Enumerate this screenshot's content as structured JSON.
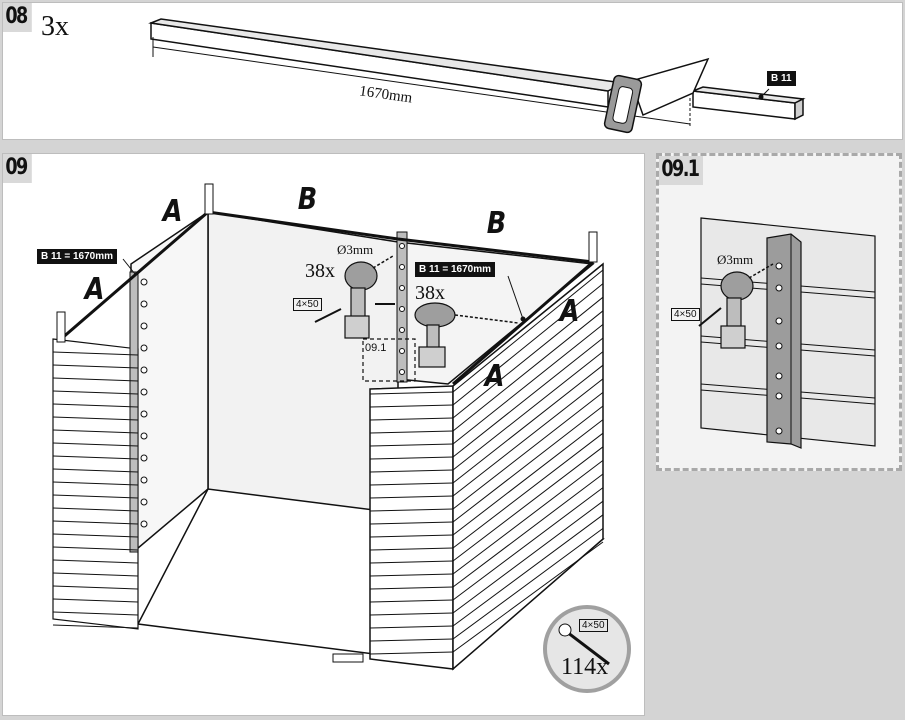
{
  "step08": {
    "number": "08",
    "quantity": "3x",
    "length_label": "1670mm",
    "part_tag": "B 11"
  },
  "step09": {
    "number": "09",
    "side_labels": {
      "a_left_top": "A",
      "a_left_front": "A",
      "b_back_left": "B",
      "b_back_right": "B",
      "a_right_back": "A",
      "a_right_front": "A"
    },
    "tag_left": "B 11 = 1670mm",
    "tag_right": "B 11 = 1670mm",
    "drill_size": "Ø3mm",
    "screw_count_1": "38x",
    "screw_count_2": "38x",
    "screw_spec": "4×50",
    "detail_ref": "09.1",
    "total_screws": "114x",
    "total_screw_spec": "4×50"
  },
  "step091": {
    "number": "09.1",
    "drill_size": "Ø3mm",
    "screw_spec": "4×50"
  }
}
